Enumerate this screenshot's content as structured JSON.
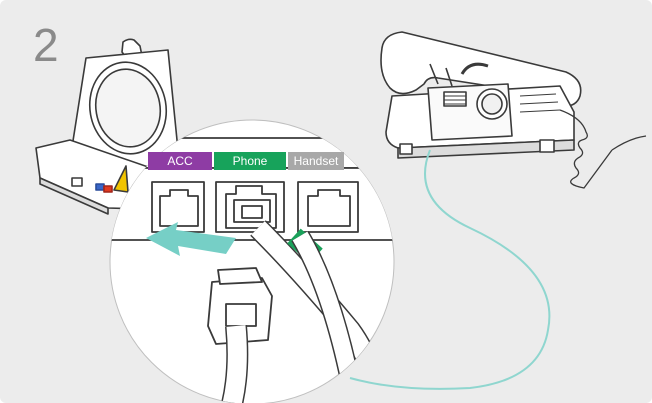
{
  "step": {
    "number": "2"
  },
  "ports": [
    {
      "label": "ACC",
      "color": "#8e3ca4"
    },
    {
      "label": "Phone",
      "color": "#17a35b"
    },
    {
      "label": "Handset",
      "color": "#a8a8a8"
    }
  ],
  "colors": {
    "background": "#ececec",
    "cable_highlight": "#1aa15a",
    "arrow": "#76cfc6",
    "handset_cord": "#8fd6cf",
    "line_art": "#3a3a3a"
  }
}
